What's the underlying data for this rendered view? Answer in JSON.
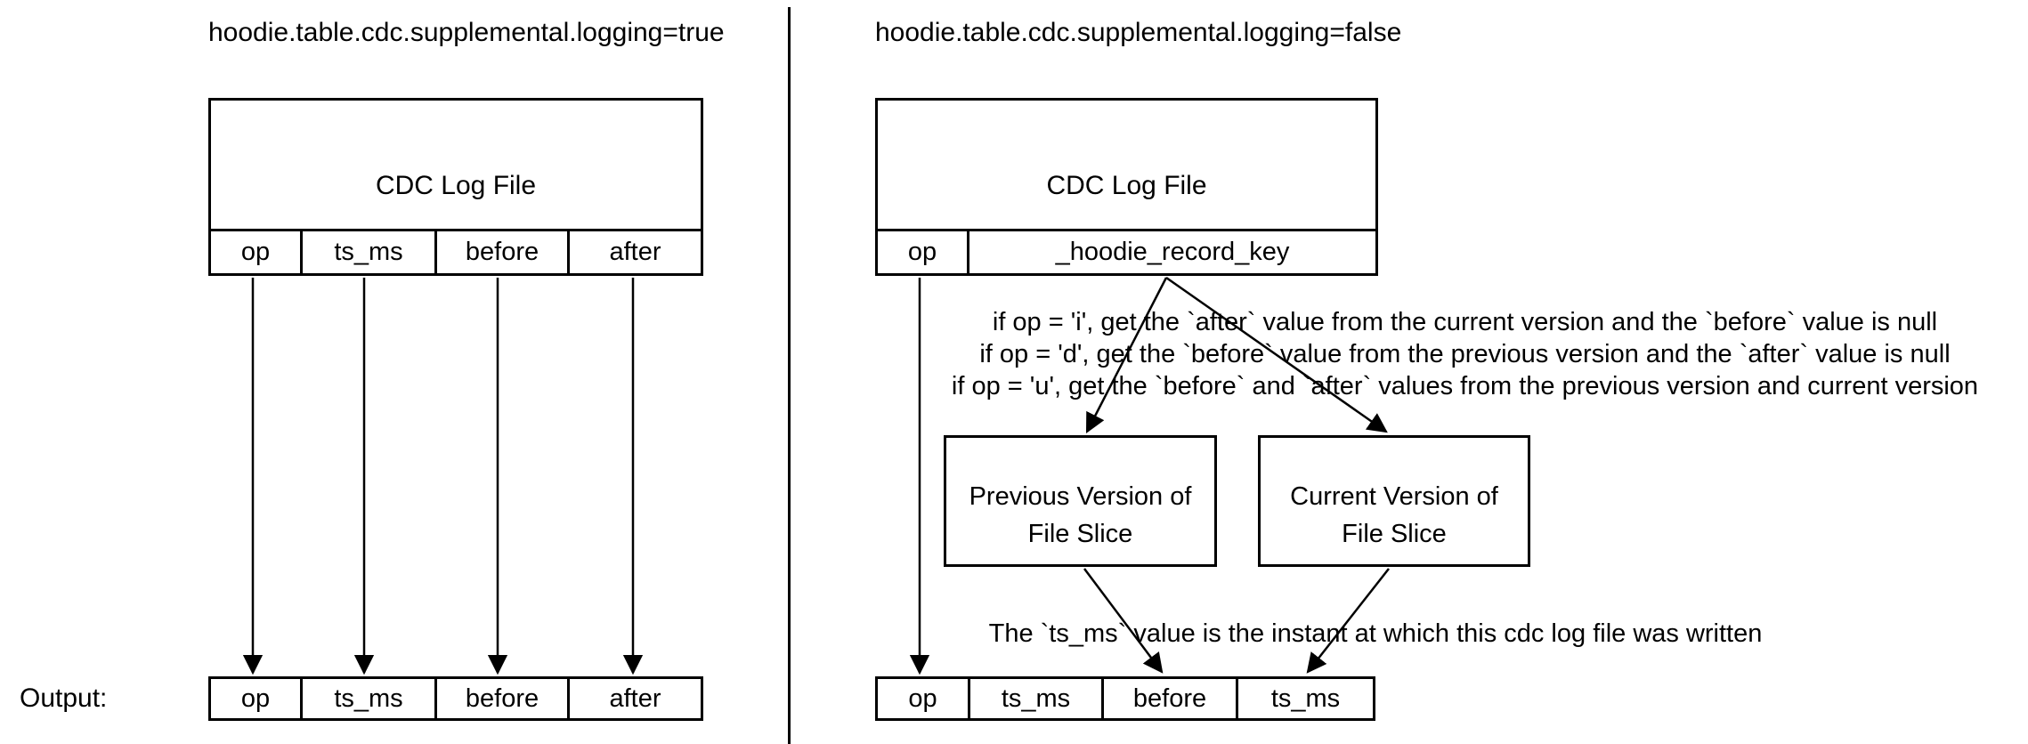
{
  "left": {
    "title": "hoodie.table.cdc.supplemental.logging=true",
    "cdc_title": "CDC Log File",
    "cdc_columns": [
      "op",
      "ts_ms",
      "before",
      "after"
    ],
    "output_label": "Output:",
    "output_columns": [
      "op",
      "ts_ms",
      "before",
      "after"
    ]
  },
  "right": {
    "title": "hoodie.table.cdc.supplemental.logging=false",
    "cdc_title": "CDC Log File",
    "cdc_columns": [
      "op",
      "_hoodie_record_key"
    ],
    "op_rules": [
      "if op = 'i', get the `after` value from the current version and the `before` value is null",
      "if op = 'd', get the `before` value from the previous version and the `after` value is null",
      "if op = 'u', get the `before` and `after` values from the previous version and current version"
    ],
    "previous_box_line1": "Previous Version of",
    "previous_box_line2": "File Slice",
    "current_box_line1": "Current Version of",
    "current_box_line2": "File Slice",
    "ts_note": "The `ts_ms` value is the instant at which this cdc log file was written",
    "output_columns": [
      "op",
      "ts_ms",
      "before",
      "ts_ms"
    ]
  },
  "colors": {
    "background": "#ffffff",
    "line": "#000000",
    "text": "#000000"
  }
}
